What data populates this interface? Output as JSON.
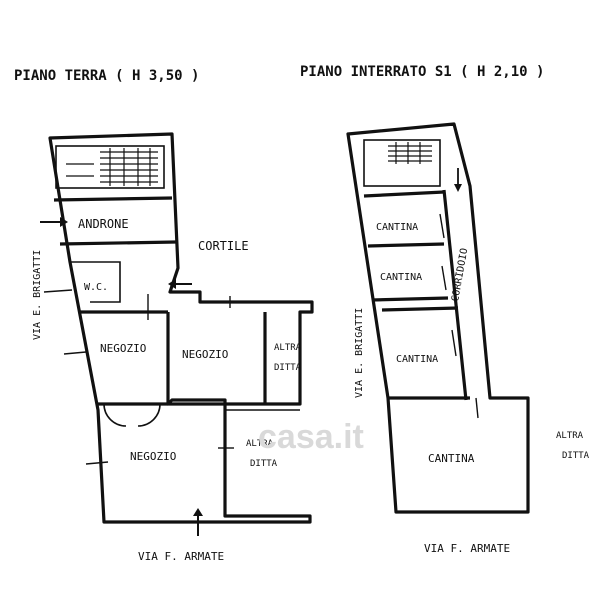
{
  "titles": {
    "ground_floor": "PIANO TERRA ( H 3,50 )",
    "basement": "PIANO INTERRATO S1 ( H 2,10 )"
  },
  "ground_floor": {
    "androne": "ANDRONE",
    "cortile": "CORTILE",
    "wc": "W.C.",
    "negozio_1": "NEGOZIO",
    "negozio_2": "NEGOZIO",
    "negozio_3": "NEGOZIO",
    "altra_ditta_1_a": "ALTRA",
    "altra_ditta_1_b": "DITTA",
    "altra_ditta_2_a": "ALTRA",
    "altra_ditta_2_b": "DITTA",
    "street_side": "VIA E. BRIGATTI",
    "street_bottom": "VIA F. ARMATE"
  },
  "basement": {
    "cantina_1": "CANTINA",
    "cantina_2": "CANTINA",
    "cantina_3": "CANTINA",
    "cantina_4": "CANTINA",
    "corridoio": "CORRIDOIO",
    "altra_ditta_a": "ALTRA",
    "altra_ditta_b": "DITTA",
    "street_side": "VIA E. BRIGATTI",
    "street_bottom": "VIA F. ARMATE"
  },
  "watermark": "casa.it"
}
